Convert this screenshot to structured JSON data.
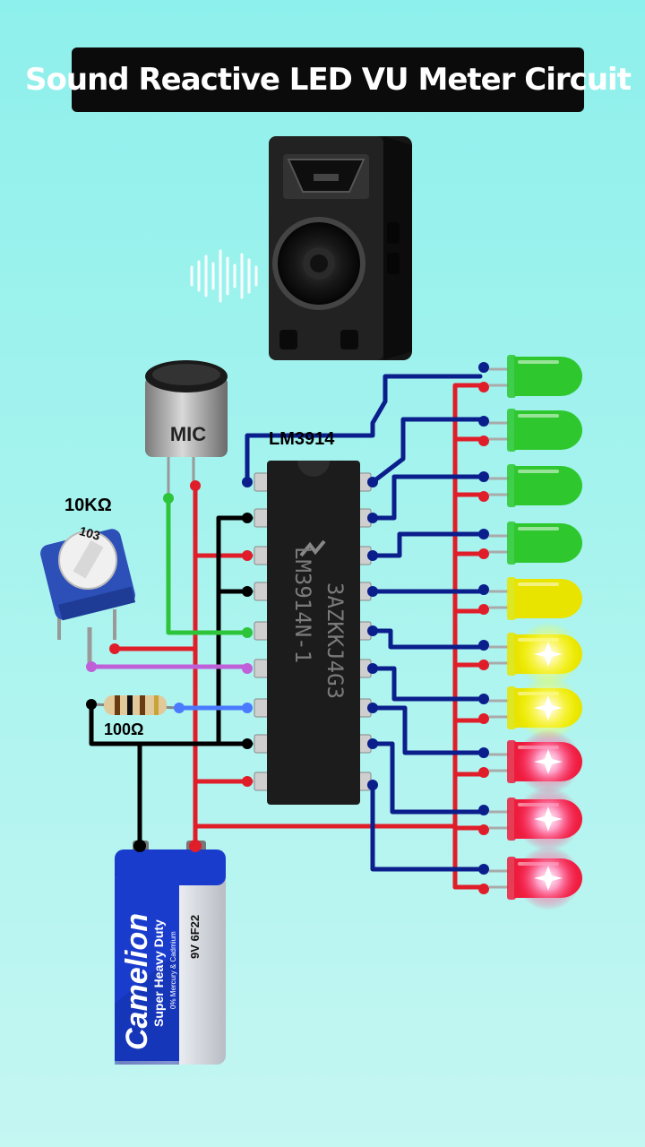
{
  "title": "Sound Reactive LED VU Meter Circuit",
  "labels": {
    "mic": "MIC",
    "ic_name": "LM3914",
    "ic_marking_1": "3AZKKJ4G3",
    "ic_marking_2": "LM3914N-1",
    "pot_value": "10KΩ",
    "pot_code": "103",
    "resistor_value": "100Ω",
    "battery_brand": "Camelion",
    "battery_line": "Super Heavy Duty",
    "battery_note": "0% Mercury & Cadmium",
    "battery_type": "9V 6F22"
  },
  "colors": {
    "background": "#9df2ed",
    "wire_red": "#e01e2a",
    "wire_blue": "#0a1e8c",
    "wire_black": "#000000",
    "wire_green": "#2ec43a",
    "wire_purple": "#c060d8",
    "wire_light_blue": "#4a7aff",
    "led_green": "#2ec82e",
    "led_yellow": "#e8e400",
    "led_red": "#ee1c3c"
  },
  "leds": [
    {
      "color": "green"
    },
    {
      "color": "green"
    },
    {
      "color": "green"
    },
    {
      "color": "green"
    },
    {
      "color": "yellow",
      "lit": false
    },
    {
      "color": "yellow",
      "lit": true
    },
    {
      "color": "yellow",
      "lit": true
    },
    {
      "color": "red",
      "lit": true
    },
    {
      "color": "red",
      "lit": true
    },
    {
      "color": "red",
      "lit": true
    }
  ],
  "icons": [
    "speaker-icon",
    "sound-wave-icon",
    "microphone-icon",
    "potentiometer-icon",
    "resistor-icon",
    "battery-icon",
    "ic-chip-icon",
    "led-icon"
  ]
}
